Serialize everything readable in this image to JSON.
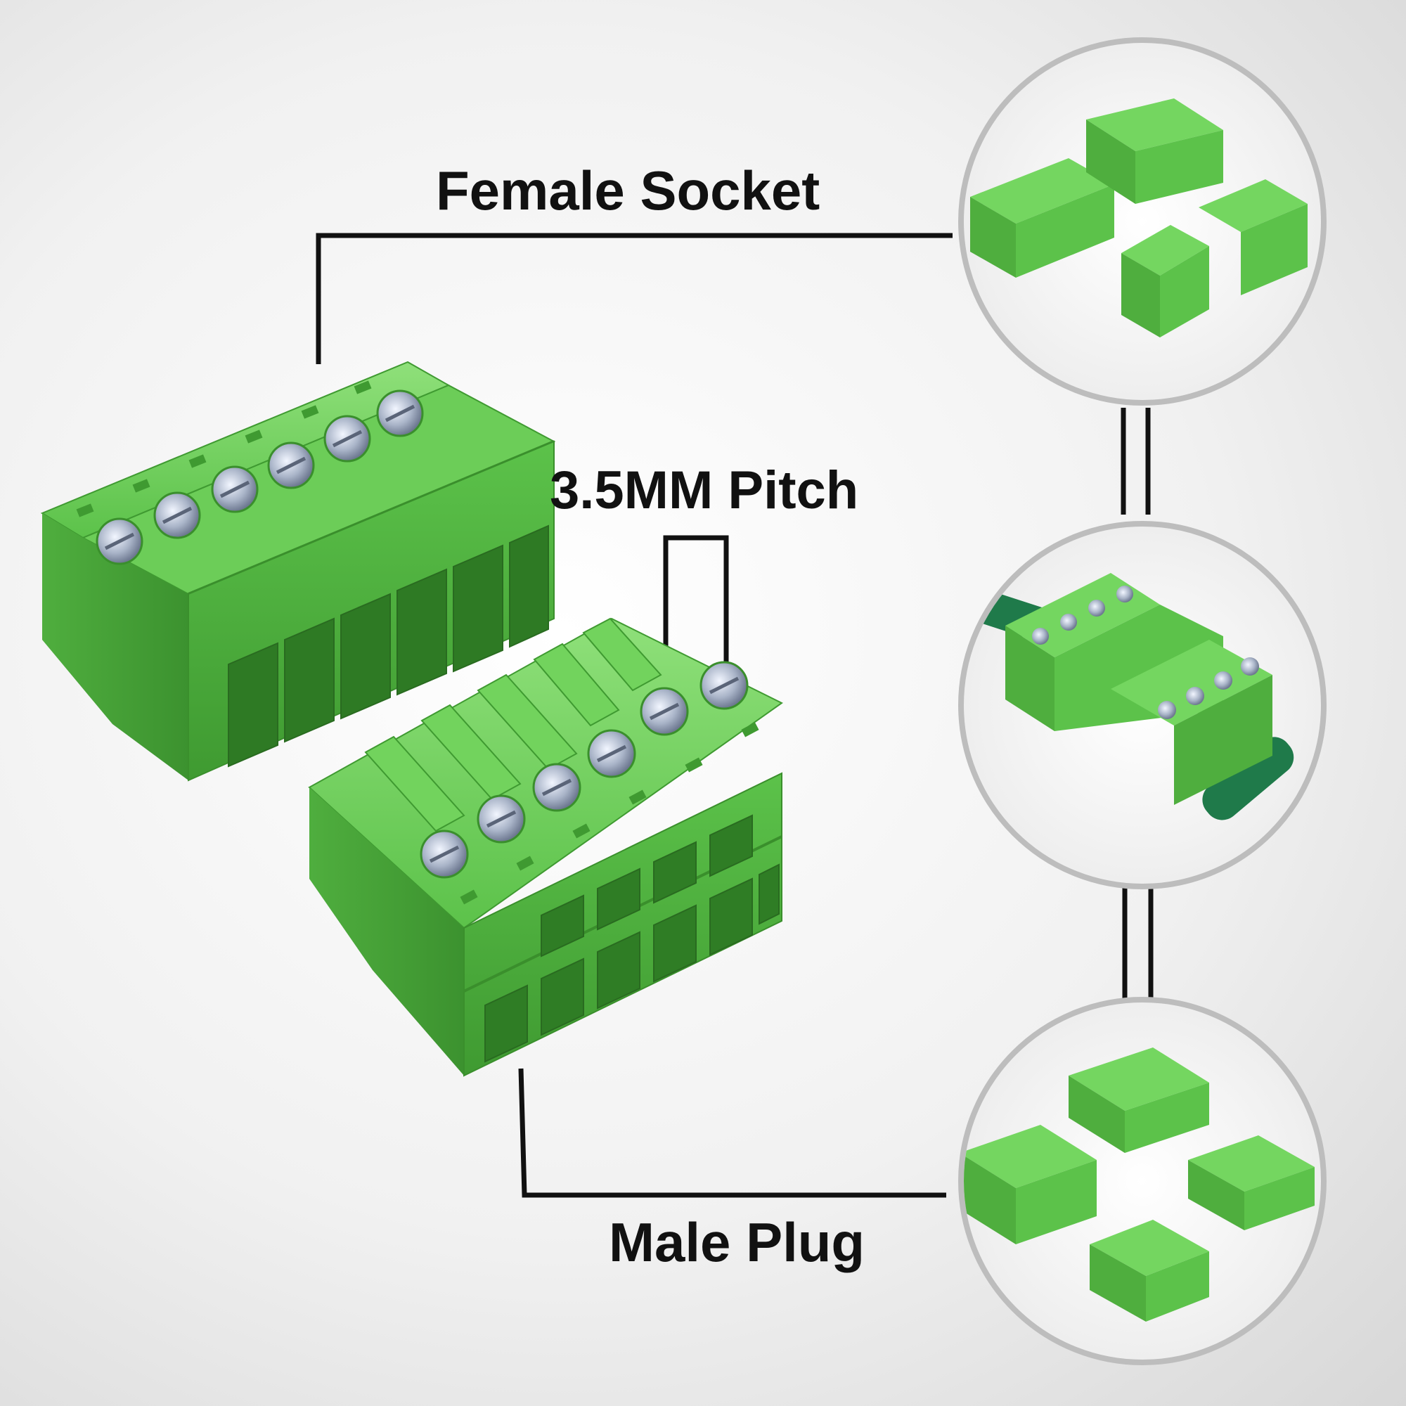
{
  "labels": {
    "female_socket": "Female Socket",
    "pitch": "3.5MM Pitch",
    "male_plug": "Male Plug"
  },
  "colors": {
    "connector_green": "#5cc24a",
    "connector_green_dark": "#3f9a31",
    "connector_green_light": "#8fe07a",
    "line": "#111111",
    "circle_border": "#bdbdbd",
    "wire": "#1f7a4a"
  },
  "insets": [
    {
      "id": "female-socket-variants"
    },
    {
      "id": "mated-connector-with-wire"
    },
    {
      "id": "male-plug-variants"
    }
  ]
}
